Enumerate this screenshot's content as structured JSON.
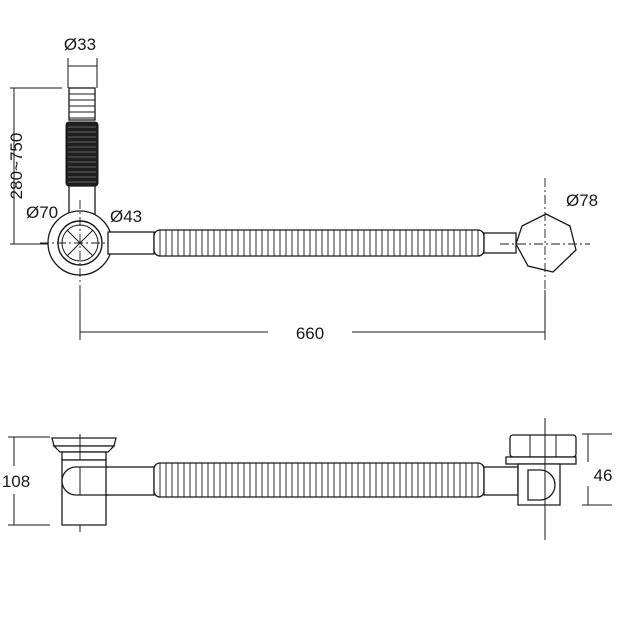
{
  "dimensions": {
    "hose_diameter": "Ø33",
    "length_range": "280~750",
    "body_diameter": "Ø70",
    "waste_diameter": "Ø43",
    "overflow_diameter": "Ø78",
    "total_length": "660",
    "height": "108",
    "overflow_height": "46"
  }
}
